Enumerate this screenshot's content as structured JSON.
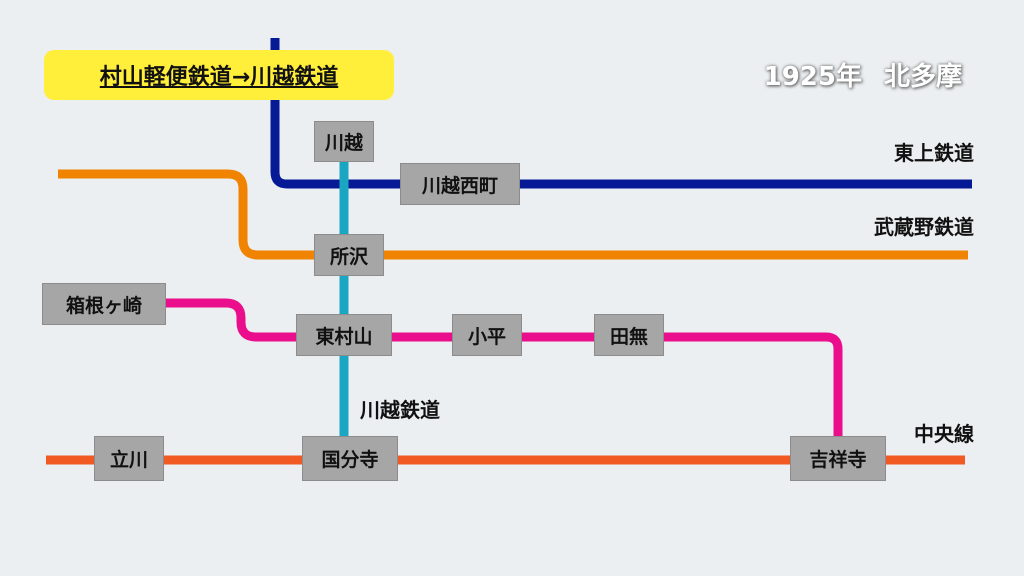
{
  "title": "村山軽便鉄道→川越鉄道",
  "header": {
    "year": "1925年",
    "region": "北多摩"
  },
  "colors": {
    "background": "#eceff1",
    "tojo": "#061a96",
    "musashino": "#f08300",
    "kawagoe": "#1aa6c2",
    "murayama": "#ea0e8c",
    "chuo": "#f15a22",
    "station_fill": "#a6a6a6",
    "title_badge": "#ffee3a"
  },
  "lines": [
    {
      "id": "tojo",
      "label": "東上鉄道"
    },
    {
      "id": "musashino",
      "label": "武蔵野鉄道"
    },
    {
      "id": "kawagoe",
      "label": "川越鉄道"
    },
    {
      "id": "chuo",
      "label": "中央線"
    }
  ],
  "stations": [
    {
      "id": "kawagoe",
      "name": "川越"
    },
    {
      "id": "kawagoe-nishimachi",
      "name": "川越西町"
    },
    {
      "id": "tokorozawa",
      "name": "所沢"
    },
    {
      "id": "hakonegasaki",
      "name": "箱根ヶ崎"
    },
    {
      "id": "higashimurayama",
      "name": "東村山"
    },
    {
      "id": "kodaira",
      "name": "小平"
    },
    {
      "id": "tanashi",
      "name": "田無"
    },
    {
      "id": "tachikawa",
      "name": "立川"
    },
    {
      "id": "kokubunji",
      "name": "国分寺"
    },
    {
      "id": "kichijoji",
      "name": "吉祥寺"
    }
  ]
}
